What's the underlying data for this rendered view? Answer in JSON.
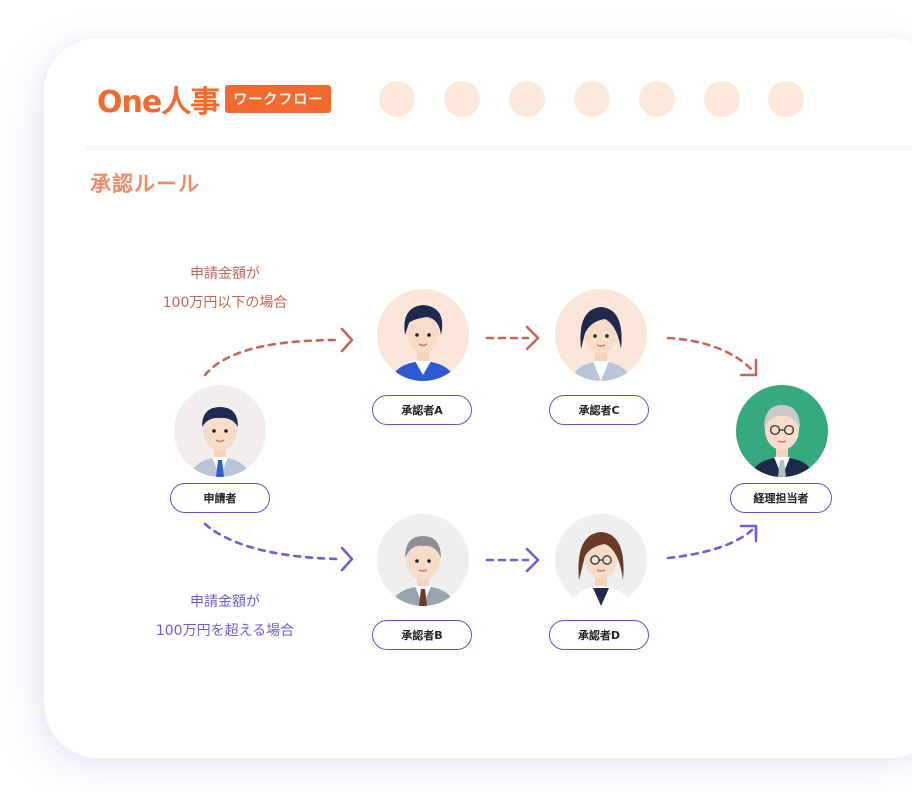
{
  "brand": {
    "name": "One人事",
    "badge": "ワークフロー"
  },
  "section_title": "承認ルール",
  "conditions": {
    "low": [
      "申請金額が",
      "100万円以下の場合"
    ],
    "high": [
      "申請金額が",
      "100万円を超える場合"
    ]
  },
  "people": {
    "applicant": "申請者",
    "approver_a": "承認者A",
    "approver_b": "承認者B",
    "approver_c": "承認者C",
    "approver_d": "承認者D",
    "accountant": "経理担当者"
  },
  "colors": {
    "brand": "#f26a2e",
    "path_low": "#c4665a",
    "path_high": "#6b5fd8",
    "pill_border": "#5f55c8"
  }
}
